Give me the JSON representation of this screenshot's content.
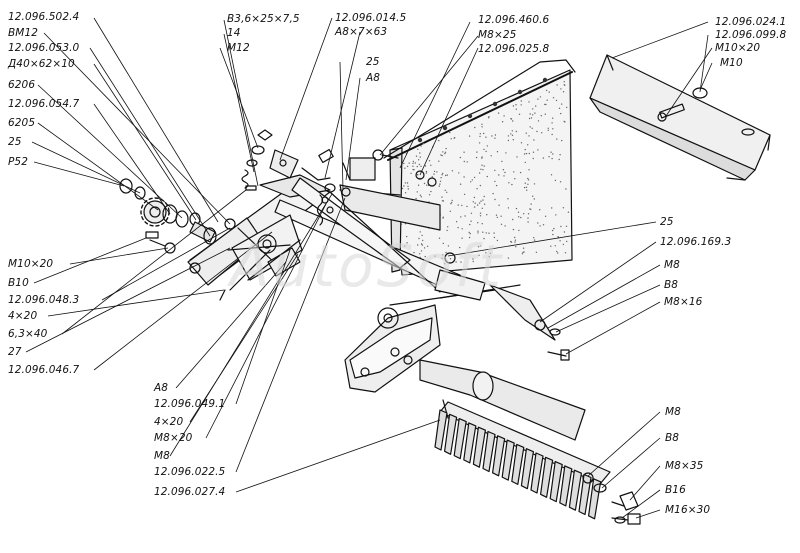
{
  "watermark": "AutoSoft",
  "labels": {
    "l1": "12.096.502.4",
    "l2": "ВМ12",
    "l3": "12.096.053.0",
    "l4": "Д40×62×10",
    "l5": "6206",
    "l6": "12.096.054.7",
    "l7": "6205",
    "l8": "25",
    "l9": "Р52",
    "l10": "В3,6×25×7,5",
    "l11": "14",
    "l12": "М12",
    "l13": "12.096.014.5",
    "l14": "А8×7×63",
    "l15": "25",
    "l16": "А8",
    "l17": "12.096.460.6",
    "l18": "М8×25",
    "l19": "12.096.025.8",
    "l20": "12.096.024.1",
    "l21": "12.096.099.8",
    "l22": "М10×20",
    "l23": "М10",
    "l24": "М10×20",
    "l25": "В10",
    "l26": "12.096.048.3",
    "l27": "4×20",
    "l28": "6,3×40",
    "l29": "27",
    "l30": "12.096.046.7",
    "l31": "25",
    "l32": "12.096.169.3",
    "l33": "М8",
    "l34": "В8",
    "l35": "М8×16",
    "l36": "А8",
    "l37": "12.096.049.1",
    "l38": "4×20",
    "l39": "М8×20",
    "l40": "М8",
    "l41": "12.096.022.5",
    "l42": "12.096.027.4",
    "l43": "М8",
    "l44": "В8",
    "l45": "М8×35",
    "l46": "В16",
    "l47": "М16×30"
  }
}
